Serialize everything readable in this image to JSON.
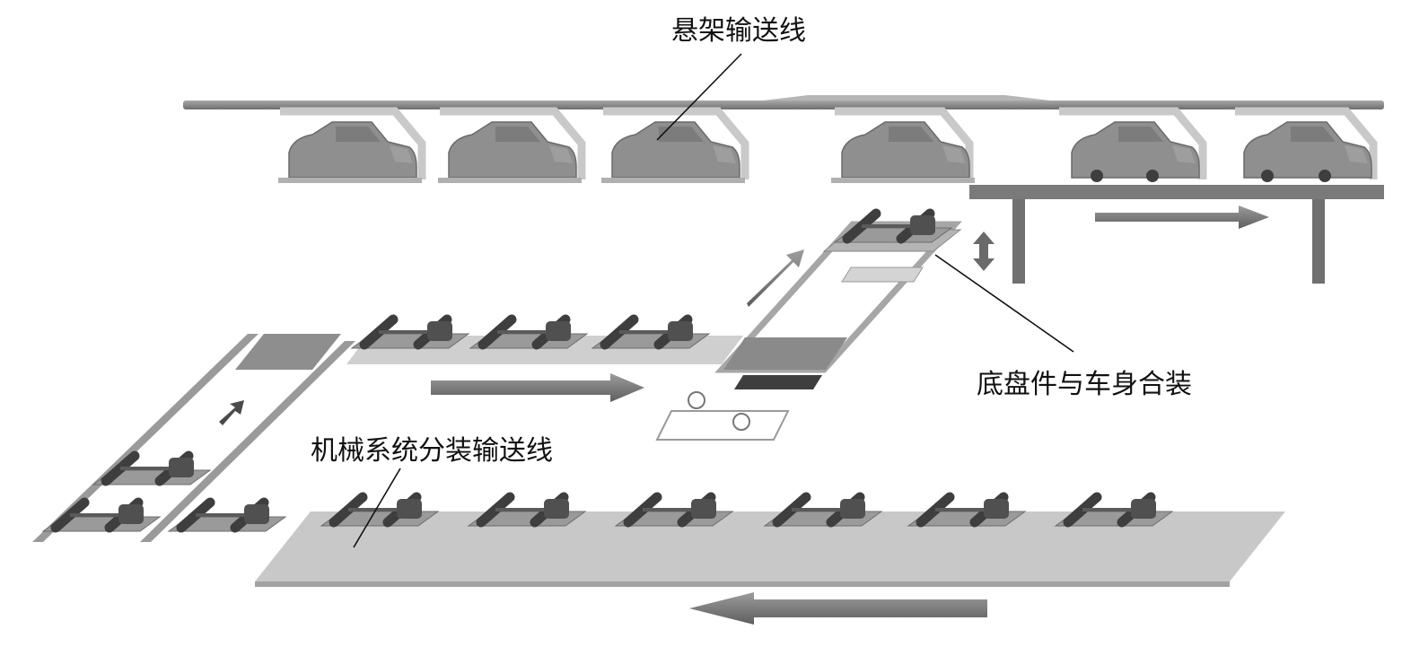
{
  "labels": {
    "overhead_conveyor": "悬架输送线",
    "chassis_body_marriage": "底盘件与车身合装",
    "mechanical_subassembly_line": "机械系统分装输送线"
  },
  "colors": {
    "conveyor": "#8a8a8a",
    "car_body": "#8f8f8f",
    "pallet": "#c4c4c4",
    "arrow": "#7a7a7a",
    "leader_line": "#111111"
  }
}
